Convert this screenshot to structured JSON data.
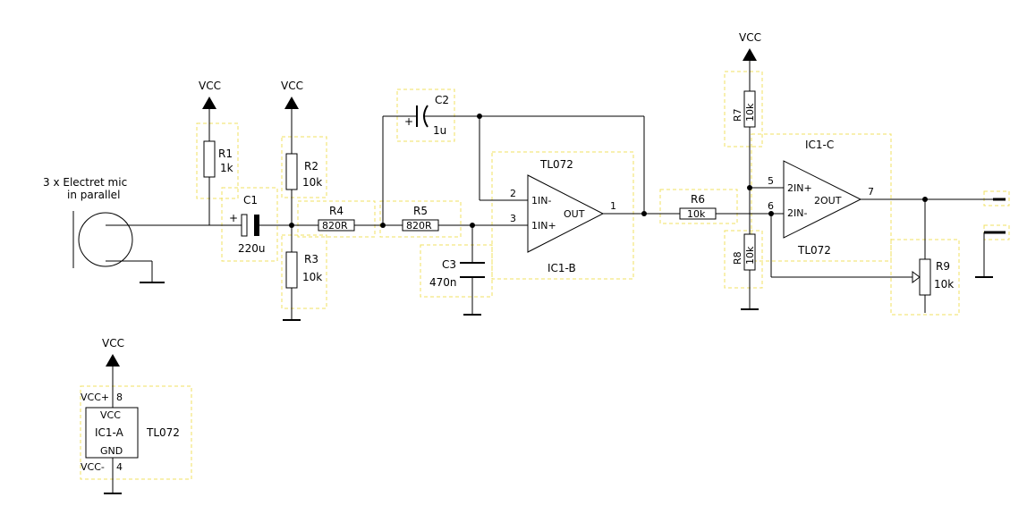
{
  "mic": {
    "label_line1": "3 x Electret mic",
    "label_line2": "in parallel"
  },
  "power": {
    "vcc": "VCC"
  },
  "R1": {
    "ref": "R1",
    "value": "1k"
  },
  "R2": {
    "ref": "R2",
    "value": "10k"
  },
  "R3": {
    "ref": "R3",
    "value": "10k"
  },
  "R4": {
    "ref": "R4",
    "value": "820R"
  },
  "R5": {
    "ref": "R5",
    "value": "820R"
  },
  "R6": {
    "ref": "R6",
    "value": "10k"
  },
  "R7": {
    "ref": "R7",
    "value": "10k"
  },
  "R8": {
    "ref": "R8",
    "value": "10k"
  },
  "R9": {
    "ref": "R9",
    "value": "10k"
  },
  "C1": {
    "ref": "C1",
    "value": "220u",
    "plus": "+"
  },
  "C2": {
    "ref": "C2",
    "value": "1u",
    "plus": "+"
  },
  "C3": {
    "ref": "C3",
    "value": "470n"
  },
  "IC1B": {
    "type": "TL072",
    "ref": "IC1-B",
    "pin_inv": "1IN-",
    "pin_noninv": "1IN+",
    "pin_out": "OUT",
    "num_inv": "2",
    "num_noninv": "3",
    "num_out": "1"
  },
  "IC1C": {
    "type": "TL072",
    "ref": "IC1-C",
    "pin_noninv": "2IN+",
    "pin_inv": "2IN-",
    "pin_out": "2OUT",
    "num_noninv": "5",
    "num_inv": "6",
    "num_out": "7"
  },
  "IC1A": {
    "type": "TL072",
    "ref": "IC1-A",
    "vcc_inner": "VCC",
    "gnd_inner": "GND",
    "pin_vccp": "VCC+",
    "pin_vccm": "VCC-",
    "num_vccp": "8",
    "num_vccm": "4"
  }
}
